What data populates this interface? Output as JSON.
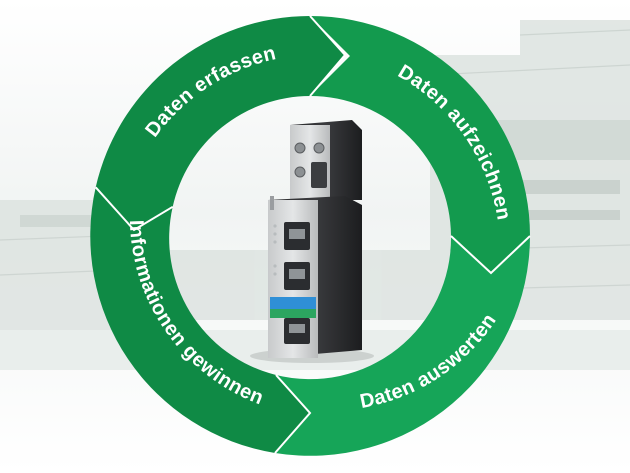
{
  "cycle": {
    "steps": [
      {
        "label": "Daten erfassen",
        "color": "#0f8a45"
      },
      {
        "label": "Daten aufzeichnen",
        "color": "#139a4e"
      },
      {
        "label": "Daten auswerten",
        "color": "#16a558"
      },
      {
        "label": "Informationen gewinnen",
        "color": "#0f8a45"
      }
    ],
    "background_motif": "industrial-plant-photo",
    "center_image": "network-gateway-device"
  }
}
